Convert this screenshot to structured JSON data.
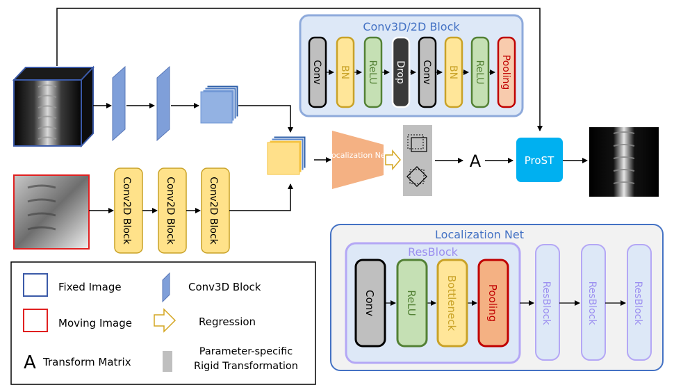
{
  "conv_block": {
    "title": "Conv3D/2D Block",
    "layers": [
      "Conv",
      "BN",
      "ReLU",
      "Drop",
      "Conv",
      "BN",
      "ReLU",
      "Pooling"
    ]
  },
  "pipeline": {
    "conv2d_label": "Conv2D Block",
    "localization_label": "Localization Net",
    "matrix_symbol": "A",
    "prost_label": "ProST"
  },
  "localization_net": {
    "title": "Localization Net",
    "resblock_title": "ResBlock",
    "inner_layers": [
      "Conv",
      "ReLU",
      "Bottleneck",
      "Pooling"
    ],
    "stack_labels": [
      "ResBlock",
      "ResBlock",
      "ResBlock"
    ]
  },
  "legend": {
    "fixed": "Fixed Image",
    "conv3d": "Conv3D Block",
    "moving": "Moving Image",
    "regression": "Regression",
    "matrix_symbol": "A",
    "matrix": "Transform Matrix",
    "rigid_line1": "Parameter-specific",
    "rigid_line2": "Rigid Transformation"
  },
  "colors": {
    "fixed_border": "#3b5aa8",
    "moving_border": "#e02020",
    "conv3d_blue": "#7f9fd9",
    "conv2d_yellow": "#ffe28a",
    "localization_orange": "#f4b183",
    "prost_cyan": "#00b0f0"
  }
}
